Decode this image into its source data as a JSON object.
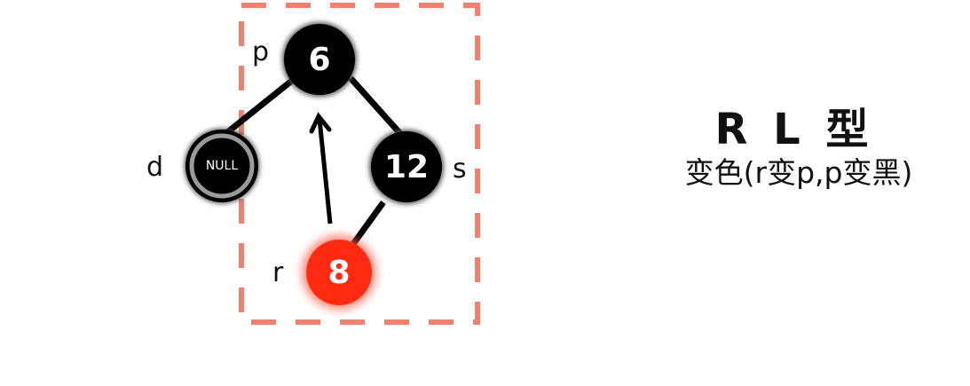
{
  "title": "R L 型",
  "subtitle": "变色(r变p,p变黑)",
  "colors": {
    "dashed_box": "#f08070",
    "black_node": "#000000",
    "red_node": "#ff2a10",
    "null_ring": "#9a9a9a",
    "edge": "#000000"
  },
  "nodes": {
    "p": {
      "label": "p",
      "value": "6",
      "color": "black"
    },
    "s": {
      "label": "s",
      "value": "12",
      "color": "black"
    },
    "d": {
      "label": "d",
      "value": "NULL",
      "color": "black"
    },
    "r": {
      "label": "r",
      "value": "8",
      "color": "red"
    }
  },
  "edges": [
    {
      "from": "p",
      "to": "d"
    },
    {
      "from": "p",
      "to": "s"
    },
    {
      "from": "s",
      "to": "r"
    }
  ],
  "arrow": {
    "from": "r",
    "to": "p"
  }
}
